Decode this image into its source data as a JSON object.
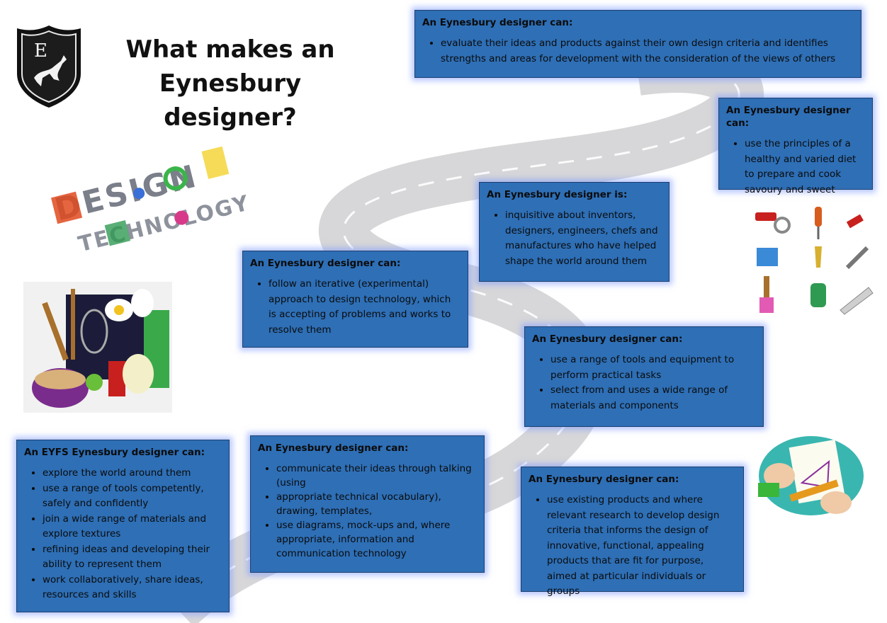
{
  "title": {
    "line1": "What makes an",
    "line2": "Eynesbury designer?"
  },
  "logo": {
    "letter": "E"
  },
  "dt_logo": {
    "word1": "DESIGN",
    "word2": "TECHNOLOGY"
  },
  "boxes": {
    "evaluate": {
      "heading": "An Eynesbury designer can:",
      "items": [
        "evaluate their ideas and products against their own design criteria and identifies strengths and areas for development with the consideration of the views of others"
      ]
    },
    "diet": {
      "heading": "An Eynesbury designer can:",
      "items": [
        "use the principles of a healthy and varied diet to prepare and cook savoury and sweet"
      ]
    },
    "inquisitive": {
      "heading": "An Eynesbury designer is:",
      "items": [
        "inquisitive about inventors, designers, engineers, chefs and manufactures who have helped shape the world around them"
      ]
    },
    "iterative": {
      "heading": "An Eynesbury designer can:",
      "items": [
        "follow an iterative (experimental) approach to design technology, which is accepting of problems and works to resolve them"
      ]
    },
    "tools": {
      "heading": "An Eynesbury designer can:",
      "items": [
        "use a range of tools and equipment to perform practical tasks",
        "select from and uses a wide range of materials and components"
      ]
    },
    "eyfs": {
      "heading": "An EYFS Eynesbury designer can:",
      "items": [
        "explore the world around them",
        "use a range of tools competently, safely and confidently",
        "join a wide range of materials  and explore textures",
        "refining ideas and developing their ability to represent them",
        "work collaboratively, share ideas, resources and skills"
      ]
    },
    "communicate": {
      "heading": "An Eynesbury designer can:",
      "items": [
        "communicate their ideas through talking (using",
        "appropriate technical vocabulary), drawing, templates,",
        "use diagrams, mock-ups and, where appropriate, information and communication technology"
      ]
    },
    "research": {
      "heading": "An Eynesbury designer can:",
      "items": [
        "use existing products and where relevant research to develop design criteria that informs the design of innovative, functional, appealing products that are fit for purpose, aimed at particular individuals or groups"
      ]
    }
  },
  "colors": {
    "box_bg": "#2e6fb6",
    "road": "#c9c9cc",
    "text": "#0b0b0b"
  }
}
